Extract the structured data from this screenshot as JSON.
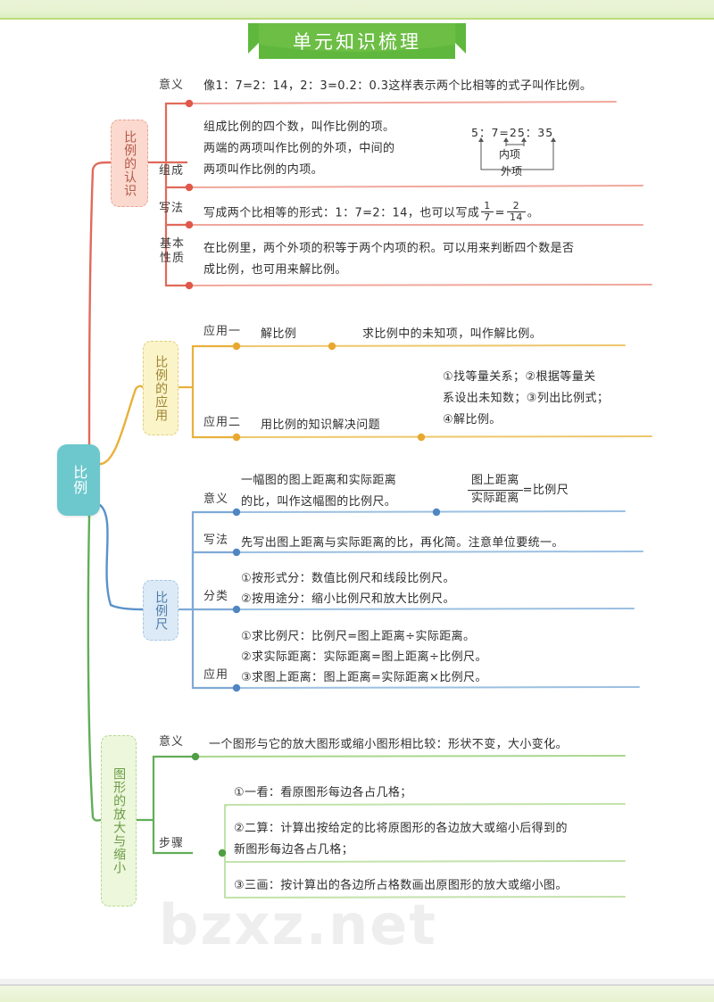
{
  "page": {
    "title_banner": "单元知识梳理",
    "watermark": "bzxz.net",
    "center_node": "比例"
  },
  "branches": [
    {
      "id": "recognition",
      "label": "比例的认识",
      "color": "#e06a5b",
      "items": [
        {
          "key": "yiyi",
          "label": "意义",
          "lines": [
            "像1：7=2：14，2：3=0.2：0.3这样表示两个比相等的式子叫作比例。"
          ]
        },
        {
          "key": "zucheng",
          "label": "组成",
          "lines": [
            "组成比例的四个数，叫作比例的项。",
            "两端的两项叫作比例的外项，中间的",
            "两项叫作比例的内项。"
          ],
          "figure": {
            "equation": "5：7=25：35",
            "inner_label": "内项",
            "outer_label": "外项"
          }
        },
        {
          "key": "xiefa",
          "label": "写法",
          "lines_pre": "写成两个比相等的形式：1：7=2：14，也可以写成",
          "fraction_left": {
            "num": "1",
            "den": "7"
          },
          "fraction_right": {
            "num": "2",
            "den": "14"
          },
          "lines_post": "。"
        },
        {
          "key": "jibenxingzhi",
          "label": "基本\n性质",
          "lines": [
            "在比例里，两个外项的积等于两个内项的积。可以用来判断四个数是否",
            "成比例，也可用来解比例。"
          ]
        }
      ]
    },
    {
      "id": "application",
      "label": "比例的应用",
      "color": "#e8b13b",
      "items": [
        {
          "key": "yingyong1",
          "label": "应用一",
          "title": "解比例",
          "lines": [
            "求比例中的未知项，叫作解比例。"
          ]
        },
        {
          "key": "yingyong2",
          "label": "应用二",
          "title": "用比例的知识解决问题",
          "lines": [
            "①找等量关系；②根据等量关",
            "系设出未知数；③列出比例式；",
            "④解比例。"
          ]
        }
      ]
    },
    {
      "id": "scale",
      "label": "比例尺",
      "color": "#5b92c9",
      "items": [
        {
          "key": "yiyi",
          "label": "意义",
          "lines": [
            "一幅图的图上距离和实际距离",
            "的比，叫作这幅图的比例尺。"
          ],
          "fraction": {
            "num": "图上距离",
            "den": "实际距离",
            "suffix": "=比例尺"
          }
        },
        {
          "key": "xiefa",
          "label": "写法",
          "lines": [
            "先写出图上距离与实际距离的比，再化简。注意单位要统一。"
          ]
        },
        {
          "key": "fenlei",
          "label": "分类",
          "lines": [
            "①按形式分：数值比例尺和线段比例尺。",
            "②按用途分：缩小比例尺和放大比例尺。"
          ]
        },
        {
          "key": "yingyong",
          "label": "应用",
          "lines": [
            "①求比例尺：比例尺=图上距离÷实际距离。",
            "②求实际距离：实际距离=图上距离÷比例尺。",
            "③求图上距离：图上距离=实际距离×比例尺。"
          ]
        }
      ]
    },
    {
      "id": "enlarge",
      "label": "图形的放大与缩小",
      "color": "#62ad58",
      "items": [
        {
          "key": "yiyi",
          "label": "意义",
          "lines": [
            "一个图形与它的放大图形或缩小图形相比较：形状不变，大小变化。"
          ]
        },
        {
          "key": "buzhou",
          "label": "步骤",
          "lines": [
            "①一看：看原图形每边各占几格；",
            "②二算：计算出按给定的比将原图形的各边放大或缩小后得到的",
            "新图形每边各占几格；",
            "③三画：按计算出的各边所占格数画出原图形的放大或缩小图。"
          ]
        }
      ]
    }
  ],
  "colors": {
    "banner_green": "#6cbe45",
    "center_teal": "#6cc8cd",
    "red": "#e06a5b",
    "yellow": "#e8b13b",
    "blue": "#5b92c9",
    "green": "#62ad58",
    "watermark_gray": "#eeeeee"
  }
}
